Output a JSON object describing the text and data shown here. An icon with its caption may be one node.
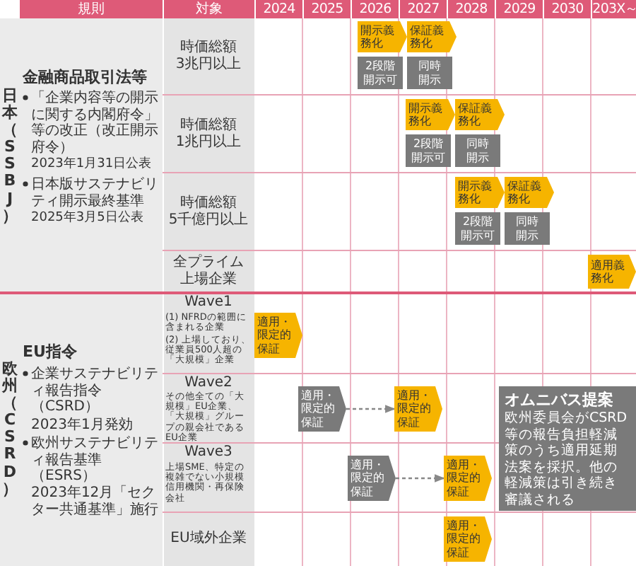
{
  "diagram": {
    "nodes": [
      {
        "text": [
          "開示義務化"
        ]
      },
      {
        "text": [
          "保証義務化"
        ]
      },
      {
        "text": [
          "2段階開示可"
        ]
      },
      {
        "text": [
          "同時開示"
        ]
      },
      {
        "text": [
          "開示義務化"
        ]
      },
      {
        "text": [
          "保証義務化"
        ]
      },
      {
        "text": [
          "2段階開示可"
        ]
      },
      {
        "text": [
          "同時開示"
        ]
      },
      {
        "text": [
          "開示義務化"
        ]
      },
      {
        "text": [
          "保証義務化"
        ]
      },
      {
        "text": [
          "2段階開示可"
        ]
      },
      {
        "text": [
          "同時開示"
        ]
      },
      {
        "text": [
          "適用義務化"
        ]
      },
      {
        "text": [
          "適用・限定的保証"
        ]
      },
      {
        "text": [
          "適用・限定的保証"
        ]
      },
      {
        "text": [
          "適用・限定的保証"
        ]
      },
      {
        "text": [
          "オムニバス提案",
          "欧州委員会がCSRD等の報告負担軽減策のうち適用延期法案を採択。他の軽減策は引き続き審議される"
        ]
      },
      {
        "text": [
          "適用・限定的保証"
        ]
      },
      {
        "text": [
          "適用・限定的保証"
        ]
      },
      {
        "text": [
          "適用・限定的保証"
        ]
      }
    ],
    "edges": [
      {
        "from": 14,
        "to": 15,
        "arrow": "to",
        "style": "dashed"
      },
      {
        "from": 17,
        "to": 18,
        "arrow": "to",
        "style": "dashed"
      }
    ],
    "labels": [
      "規則",
      "対象",
      "2024",
      "2025",
      "2026",
      "2027",
      "2028",
      "2029",
      "2030",
      "203X～",
      "日本（SSBJ）",
      "金融商品取引法等",
      "「企業内容等の開示に関する内閣府令」等の改正（改正開示府令）",
      "2023年1月31日公表",
      "日本版サステナビリティ開示最終基準",
      "2025年3月5日公表",
      "時価総額",
      "3兆円以上",
      "時価総額",
      "1兆円以上",
      "時価総額",
      "5千億円以上",
      "全プライム上場企業",
      "欧州（CSRD）",
      "EU指令",
      "企業サステナビリティ報告指令（CSRD）",
      "2023年1月発効",
      "欧州サステナビリティ報告基準（ESRS）",
      "2023年12月「セクター共通基準」施行",
      "Wave1",
      "(1) NFRDの範囲に含まれる企業",
      "(2) 上場しており、従業員500人超の「大規模」企業",
      "Wave2",
      "その他全ての「大規模」EU企業、「大規模」グループの親会社であるEU企業",
      "Wave3",
      "上場SME、特定の複雑でない小規模信用機関・再保険会社",
      "EU域外企業"
    ]
  }
}
